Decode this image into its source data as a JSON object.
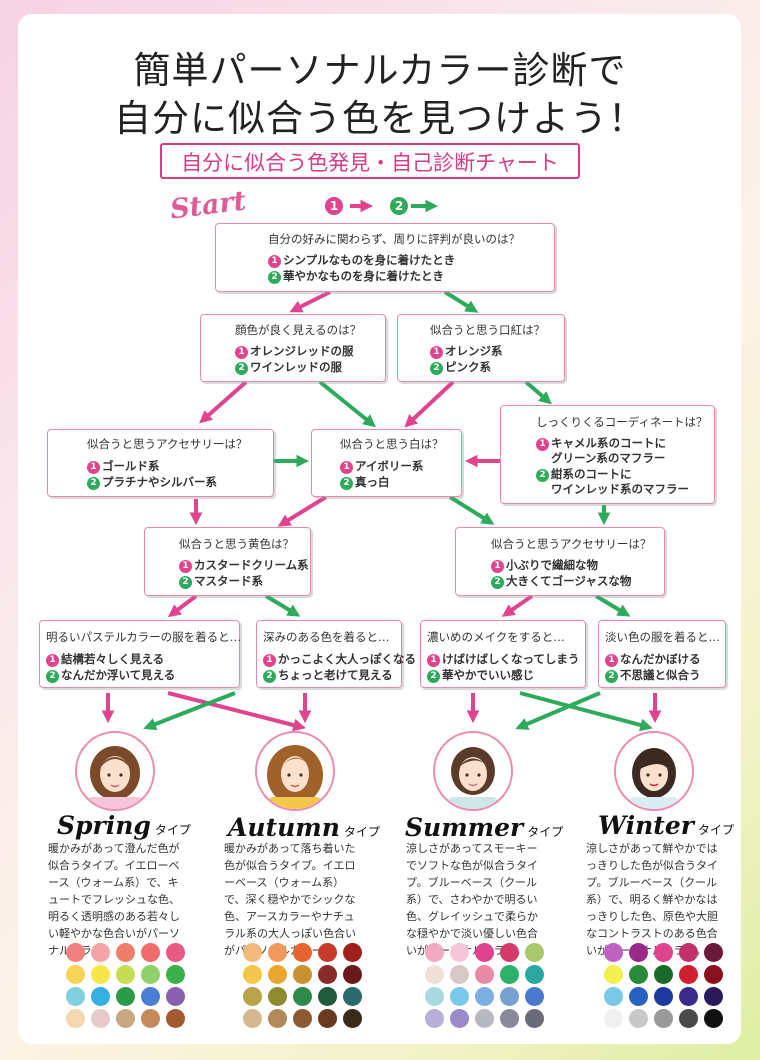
{
  "title_line1": "簡単パーソナルカラー診断で",
  "title_line2": "自分に似合う色を見つけよう！",
  "subtitle": "自分に似合う色発見・自己診断チャート",
  "start": "Start",
  "legend": {
    "one": "1",
    "two": "2"
  },
  "colors": {
    "pink": "#e0448e",
    "green": "#2daa5c",
    "box_border": "#e58bb0"
  },
  "questions": {
    "q1": {
      "q": "自分の好みに関わらず、周りに評判が良いのは？",
      "o1": "シンプルなものを身に着けたとき",
      "o2": "華やかなものを身に着けたとき"
    },
    "q2": {
      "q": "顔色が良く見えるのは？",
      "o1": "オレンジレッドの服",
      "o2": "ワインレッドの服"
    },
    "q3": {
      "q": "似合うと思う口紅は？",
      "o1": "オレンジ系",
      "o2": "ピンク系"
    },
    "q4": {
      "q": "似合うと思うアクセサリーは？",
      "o1": "ゴールド系",
      "o2": "プラチナやシルバー系"
    },
    "q5": {
      "q": "似合うと思う白は？",
      "o1": "アイボリー系",
      "o2": "真っ白"
    },
    "q6": {
      "q": "しっくりくるコーディネートは？",
      "o1a": "キャメル系のコートに",
      "o1b": "グリーン系のマフラー",
      "o2a": "紺系のコートに",
      "o2b": "ワインレッド系のマフラー"
    },
    "q7": {
      "q": "似合うと思う黄色は？",
      "o1": "カスタードクリーム系",
      "o2": "マスタード系"
    },
    "q8": {
      "q": "似合うと思うアクセサリーは？",
      "o1": "小ぶりで繊細な物",
      "o2": "大きくてゴージャスな物"
    },
    "q9": {
      "q": "明るいパステルカラーの服を着ると…",
      "o1": "結構若々しく見える",
      "o2": "なんだか浮いて見える"
    },
    "q10": {
      "q": "深みのある色を着ると…",
      "o1": "かっこよく大人っぽくなる",
      "o2": "ちょっと老けて見える"
    },
    "q11": {
      "q": "濃いめのメイクをすると…",
      "o1": "けばけばしくなってしまう",
      "o2": "華やかでいい感じ"
    },
    "q12": {
      "q": "淡い色の服を着ると…",
      "o1": "なんだかぼける",
      "o2": "不思議と似合う"
    }
  },
  "types": [
    {
      "name": "Spring",
      "suffix": "タイプ",
      "desc": "暖かみがあって澄んだ色が似合うタイプ。イエローベース（ウォーム系）で、キュートでフレッシュな色、明るく透明感のある若々しい軽やかな色合いがパーソナルカラー。",
      "palette": [
        "#f08080",
        "#f4a4a4",
        "#ef7d6a",
        "#f26a6a",
        "#e85a82",
        "#f5d45a",
        "#f7e64a",
        "#c6dc52",
        "#8fd06c",
        "#3bb04a",
        "#7fd0e0",
        "#35aee0",
        "#2a9a4a",
        "#4b7fd6",
        "#8a5fb0",
        "#f4d6b0",
        "#e7c9cc",
        "#c8a882",
        "#c58a5a",
        "#a25a30"
      ]
    },
    {
      "name": "Autumn",
      "suffix": "タイプ",
      "desc": "暖かみがあって落ち着いた色が似合うタイプ。イエローベース（ウォーム系）で、深く穏やかでシックな色、アースカラーやナチュラル系の大人っぽい色合いがパーソナルカラー。",
      "palette": [
        "#f2b97a",
        "#f19a5a",
        "#e7632e",
        "#c73a2c",
        "#a01f1a",
        "#f3c84a",
        "#e8a830",
        "#c89230",
        "#8a2a2a",
        "#6a1a1a",
        "#b8a24a",
        "#8e8a30",
        "#2d8a4a",
        "#1f5a3a",
        "#2a6a6a",
        "#d6b890",
        "#b08a5a",
        "#8a5a32",
        "#6a3a1e",
        "#3a2a1a"
      ]
    },
    {
      "name": "Summer",
      "suffix": "タイプ",
      "desc": "涼しさがあってスモーキーでソフトな色が似合うタイプ。ブルーベース（クール系）で、さわやかで明るい色、グレイッシュで柔らかな穏やかで淡い優しい色合いがパーソナルカラー。",
      "palette": [
        "#f3a8c2",
        "#f6c6d8",
        "#e0448e",
        "#d63a6a",
        "#a8c86a",
        "#f0e0d8",
        "#d8c8c8",
        "#e88aa8",
        "#2db06a",
        "#2aa8a0",
        "#a8d8e0",
        "#7ac8e8",
        "#7ab0e0",
        "#7aa0d0",
        "#4a7ad0",
        "#b8b0d8",
        "#9a8ac8",
        "#b8b8c0",
        "#8a8a98",
        "#6a6a7a"
      ]
    },
    {
      "name": "Winter",
      "suffix": "タイプ",
      "desc": "涼しさがあって鮮やかではっきりした色が似合うタイプ。ブルーベース（クール系）で、明るく鮮やかなはっきりした色、原色や大胆なコントラストのある色合いがパーソナルカラー。",
      "palette": [
        "#c060c0",
        "#9a2a8a",
        "#e0448e",
        "#c0306a",
        "#6a1a3a",
        "#f0f050",
        "#2a8a3a",
        "#1a6a2a",
        "#d02030",
        "#8a1020",
        "#7ac8e8",
        "#2a60c0",
        "#1a3aa0",
        "#3a2a8a",
        "#2a1a5a",
        "#f0f0f0",
        "#c8c8c8",
        "#9a9a9a",
        "#4a4a4a",
        "#111111"
      ]
    }
  ]
}
